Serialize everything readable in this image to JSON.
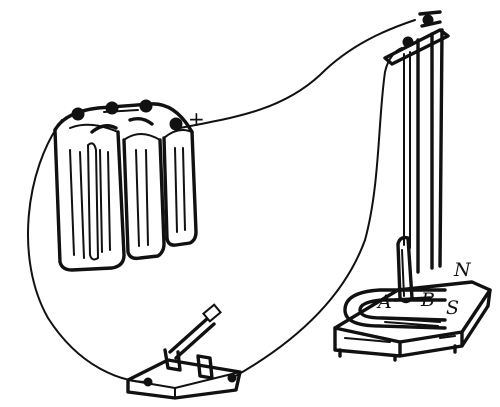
{
  "labels": {
    "positive_terminal": "+",
    "north_pole": "N",
    "south_pole": "S",
    "rod_a": "A",
    "rod_b": "B"
  },
  "icons": {
    "battery": "battery-icon",
    "switch": "knife-switch-icon",
    "magnet": "horseshoe-magnet-icon",
    "stand": "rod-stand-icon"
  },
  "colors": {
    "ink": "#111111",
    "paper": "#ffffff"
  }
}
